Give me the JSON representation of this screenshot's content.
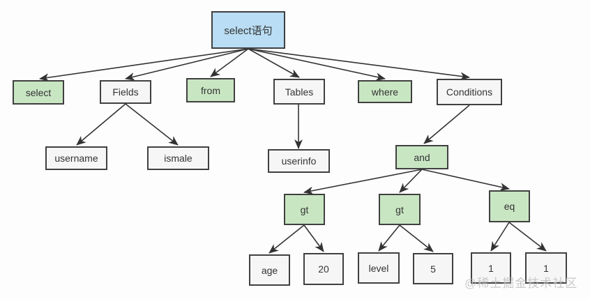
{
  "nodes": {
    "root": {
      "label": "select语句"
    },
    "kw_select": {
      "label": "select"
    },
    "fields": {
      "label": "Fields"
    },
    "kw_from": {
      "label": "from"
    },
    "tables": {
      "label": "Tables"
    },
    "kw_where": {
      "label": "where"
    },
    "conditions": {
      "label": "Conditions"
    },
    "username": {
      "label": "username"
    },
    "ismale": {
      "label": "ismale"
    },
    "userinfo": {
      "label": "userinfo"
    },
    "and": {
      "label": "and"
    },
    "gt1": {
      "label": "gt"
    },
    "gt2": {
      "label": "gt"
    },
    "eq": {
      "label": "eq"
    },
    "age": {
      "label": "age"
    },
    "num20": {
      "label": "20"
    },
    "level": {
      "label": "level"
    },
    "num5": {
      "label": "5"
    },
    "one_left": {
      "label": "1"
    },
    "one_right": {
      "label": "1"
    }
  },
  "watermark": {
    "text": "@稀土掘金技术社区"
  },
  "colors": {
    "root-fill": "#b9ddf4",
    "keyword-fill": "#c9e6c3",
    "plain-fill": "#f6f6f6",
    "box-border": "#404040",
    "line": "#333333",
    "text": "#333333",
    "watermark": "#bcbcbc",
    "background": "#fdfdfd"
  }
}
